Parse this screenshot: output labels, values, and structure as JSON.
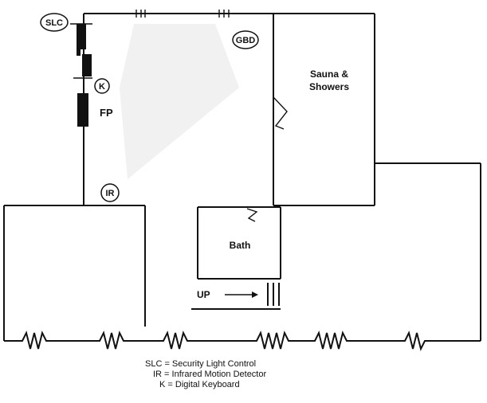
{
  "rooms": {
    "sauna": [
      "Sauna &",
      "Showers"
    ],
    "bath": "Bath"
  },
  "markers": {
    "slc": "SLC",
    "keyboard": "K",
    "fireplace": "FP",
    "gbd": "GBD",
    "infrared": "IR"
  },
  "stairs": {
    "label": "UP"
  },
  "legend": [
    "SLC = Security Light Control",
    "IR = Infrared Motion Detector",
    "K = Digital Keyboard"
  ],
  "colors": {
    "ink": "#111111",
    "background": "#ffffff"
  }
}
